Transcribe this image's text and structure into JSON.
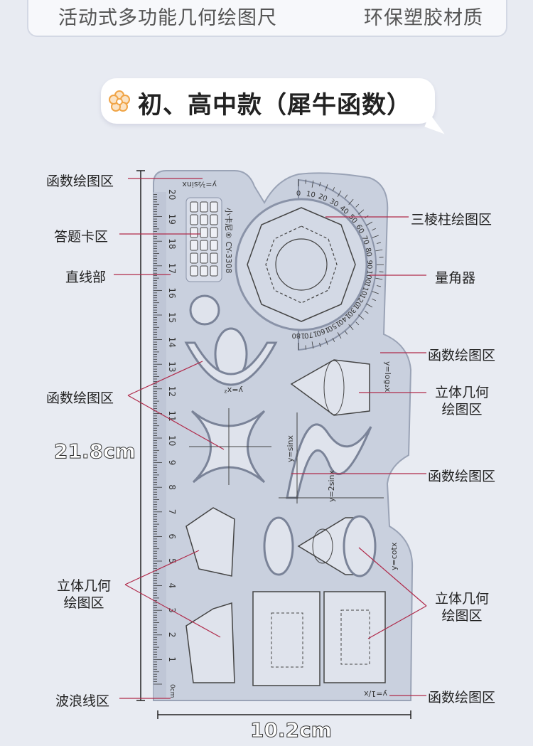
{
  "header": {
    "left_text": "活动式多功能几何绘图尺",
    "right_text": "环保塑胶材质"
  },
  "badge": {
    "title": "初、高中款（犀牛函数）",
    "icon": "flower-icon"
  },
  "labels_left": {
    "func_area_top": "函数绘图区",
    "answer_card": "答题卡区",
    "straight": "直线部",
    "func_area_mid": "函数绘图区",
    "solid_area": "立体几何\n绘图区",
    "wave": "波浪线区"
  },
  "labels_right": {
    "prism": "三棱柱绘图区",
    "protractor": "量角器",
    "func_area_1": "函数绘图区",
    "solid_area_1": "立体几何\n绘图区",
    "func_area_2": "函数绘图区",
    "solid_area_2": "立体几何\n绘图区",
    "func_area_3": "函数绘图区"
  },
  "dimensions": {
    "height": "21.8cm",
    "width": "10.2cm"
  },
  "ruler": {
    "brand": "小卡尼® CY-3308",
    "eq_sin": "y=½sinx",
    "eq_x2": "y=x²",
    "eq_sinx": "y=sinx",
    "eq_2sinx": "y=2sinx",
    "eq_log": "y=log₂x",
    "eq_cot": "y=cotx",
    "eq_1x": "y=1/x",
    "unit": "0cm",
    "scale_numbers": [
      "1",
      "2",
      "3",
      "4",
      "5",
      "6",
      "7",
      "8",
      "9",
      "10",
      "11",
      "12",
      "13",
      "14",
      "15",
      "16",
      "17",
      "18",
      "19",
      "20"
    ],
    "protractor_numbers": [
      "0",
      "10",
      "20",
      "30",
      "40",
      "50",
      "60",
      "70",
      "80",
      "90",
      "100",
      "110",
      "120",
      "130",
      "140",
      "150",
      "160",
      "170",
      "180"
    ]
  },
  "colors": {
    "ruler": "#c9d0de",
    "edge": "#9aa3b6",
    "background": "#e8ebf2",
    "line": "#b02a4a"
  }
}
